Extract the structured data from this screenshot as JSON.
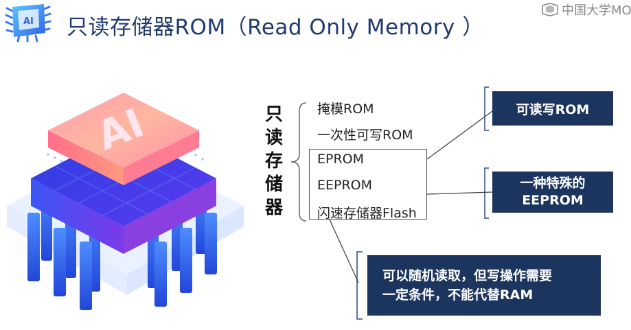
{
  "header": {
    "title": "只读存储器ROM（Read Only Memory ）",
    "watermark": "中国大学MO"
  },
  "diagram": {
    "vertical_title": [
      "只",
      "读",
      "存",
      "储",
      "器"
    ],
    "items": [
      "掩模ROM",
      "一次性可写ROM",
      "EPROM",
      "EEPROM",
      "闪速存储器Flash"
    ],
    "chip_label": "AI"
  },
  "callouts": {
    "c1": "可读写ROM",
    "c2_line1": "一种特殊的",
    "c2_line2": "EEPROM",
    "c3_line1": "可以随机读取，但写操作需要",
    "c3_line2": "一定条件，不能代替RAM"
  },
  "colors": {
    "title": "#1f3a6e",
    "callout_bg": "#1c355e",
    "callout_text": "#ffffff"
  }
}
